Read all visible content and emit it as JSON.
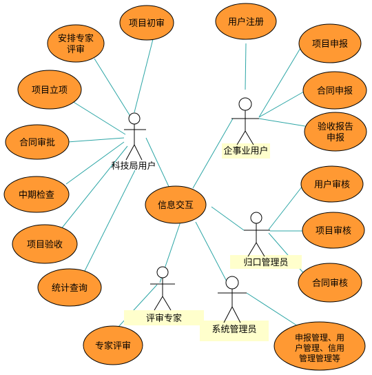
{
  "colors": {
    "ellipse_fill": "#FF9933",
    "ellipse_stroke": "#000000",
    "connector": "#2BA5A5",
    "actor_label_bg": "#FFFFCC"
  },
  "actors": {
    "bureau": "科技局用户",
    "enterprise": "企事业用户",
    "admin_unit": "归口管理员",
    "expert": "评审专家",
    "sysadmin": "系统管理员"
  },
  "use_cases": {
    "initial_review": "项目初审",
    "arrange_expert_1": "安排专家",
    "arrange_expert_2": "评审",
    "project_approval": "项目立项",
    "contract_approval": "合同审批",
    "midterm_check": "中期检查",
    "project_acceptance": "项目验收",
    "statistics_query": "统计查询",
    "info_interaction": "信息交互",
    "user_register": "用户注册",
    "project_apply": "项目申报",
    "contract_apply": "合同申报",
    "acceptance_report_1": "验收报告",
    "acceptance_report_2": "申报",
    "user_audit": "用户审核",
    "project_audit": "项目审核",
    "contract_audit": "合同审核",
    "expert_review": "专家评审",
    "mgmt_1": "申报管理、用",
    "mgmt_2": "户管理、信用",
    "mgmt_3": "管理管理等"
  }
}
